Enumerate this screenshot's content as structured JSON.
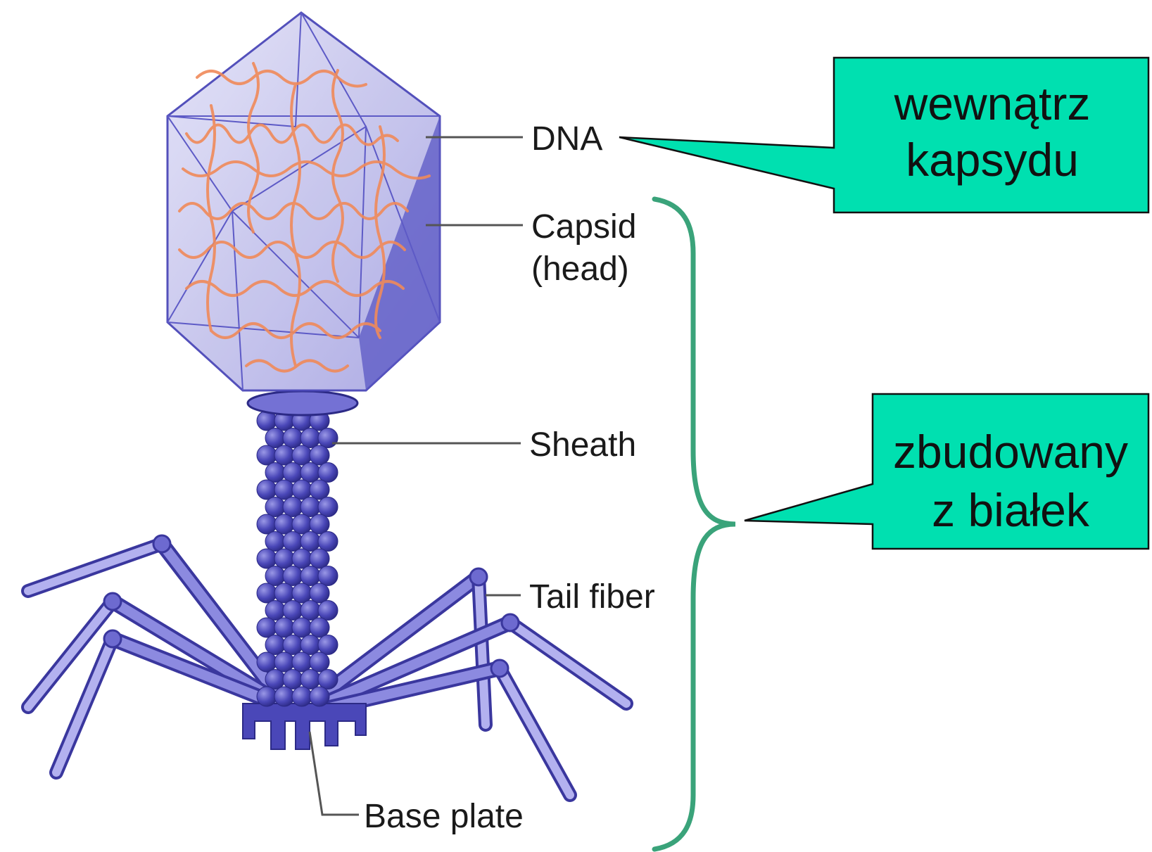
{
  "labels": {
    "dna": "DNA",
    "capsid_line1": "Capsid",
    "capsid_line2": "(head)",
    "sheath": "Sheath",
    "tail_fiber": "Tail fiber",
    "base_plate": "Base plate"
  },
  "callouts": {
    "dna_note": {
      "line1": "wewnątrz",
      "line2": "kapsydu"
    },
    "protein_note": {
      "line1": "zbudowany",
      "line2": "z białek"
    }
  },
  "colors": {
    "callout_fill": "#00e0b0",
    "brace": "#3aa37a",
    "phage_body": "#4a47b8",
    "capsid_face": "#b9b8ea",
    "dna_strand": "#f08a5a"
  }
}
